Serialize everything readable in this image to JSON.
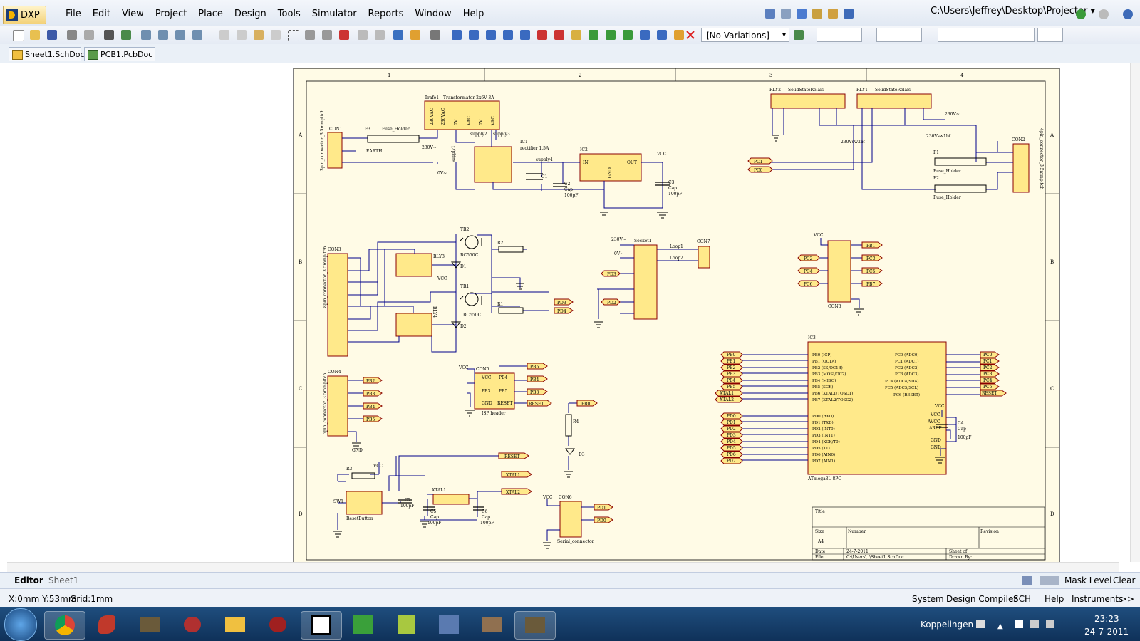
{
  "app": {
    "dxp_label": "DXP"
  },
  "menu": [
    "File",
    "Edit",
    "View",
    "Project",
    "Place",
    "Design",
    "Tools",
    "Simulator",
    "Reports",
    "Window",
    "Help"
  ],
  "path": "C:\\Users\\Jeffrey\\Desktop\\Projecter",
  "variations": "[No Variations]",
  "doc_tabs": [
    "Sheet1.SchDoc",
    "PCB1.PcbDoc *"
  ],
  "schematic": {
    "col_numbers": [
      "1",
      "2",
      "3",
      "4"
    ],
    "row_letters": [
      "A",
      "B",
      "C",
      "D"
    ],
    "labels": {
      "con1": "CON1",
      "trafo": "Trafo1",
      "transformer": "Transformator 2x6V 3A",
      "v230a": "230VAC",
      "v230b": "230VAC",
      "v0a": "0V",
      "vac1": "VAC",
      "v0b": "0V",
      "vac2": "VAC",
      "supply1": "supply1",
      "supply2": "supply2",
      "supply3": "supply3",
      "supply4": "supply4",
      "ic1": "IC1",
      "rectifier": "rectifier 1.5A",
      "ic2": "IC2",
      "in": "IN",
      "out": "OUT",
      "gnd": "GND",
      "c1": "C1",
      "c2": "C2",
      "cap": "Cap",
      "c100pf": "100pF",
      "c3": "C3",
      "vcc": "VCC",
      "f3": "F3",
      "fuse": "Fuse_Holder",
      "v230": "230V~",
      "v0": "0V~",
      "earth": "EARTH",
      "rly2": "RLY2",
      "rly1": "RLY1",
      "ssr": "SolidStateRelais",
      "v230sw2": "230Vsw2bf",
      "v230sw1": "230Vsw1bf",
      "f1": "F1",
      "f2": "F2",
      "con2": "CON2",
      "pc1": "PC1",
      "pc0": "PC0",
      "con3": "CON3",
      "rly3": "RLY3",
      "rly4": "RLY4",
      "tr2": "TR2",
      "tr1": "TR1",
      "bc550": "BC550C",
      "d1": "D1",
      "d2": "D2",
      "r2": "R2",
      "r1": "R1",
      "pd3": "PD3",
      "pd4": "PD4",
      "socket1": "Socket1",
      "con7": "CON7",
      "loop1": "Loop1",
      "loop2": "Loop2",
      "pd2": "PD2",
      "con8": "CON8",
      "pb1": "PB1",
      "pc3": "PC3",
      "pc2": "PC2",
      "pc4": "PC4",
      "pc5": "PC5",
      "pc6": "PC6",
      "pb7": "PB7",
      "con4": "CON4",
      "pb2": "PB2",
      "pb3": "PB3",
      "pb4": "PB4",
      "pb5": "PB5",
      "con5": "CON5",
      "isp": "ISP header",
      "reset": "RESET",
      "r4": "R4",
      "d3": "D3",
      "pb0": "PB0",
      "r3": "R3",
      "sw1": "SW1",
      "resetbutton": "ResetButton",
      "c7": "C7",
      "c5": "C5",
      "c6": "C6",
      "xtal1net": "XTAL1",
      "xtal2net": "XTAL2",
      "xtal1": "XTAL1",
      "con6": "CON6",
      "serial": "Serial_connector",
      "pd1": "PD1",
      "pd0": "PD0",
      "ic3": "IC3",
      "atmega": "ATmega8L-8PC",
      "avcc": "AVCC",
      "aref": "AREF",
      "c4": "C4",
      "con1side": "3pin_connector_3.5mmpitch",
      "con2side": "4pin_connector_3.5mmpitch",
      "con3side": "8pin_connector_3.5mmpitch",
      "con4side": "5pin_connector_3.5mmpitch",
      "title": "Title",
      "size": "Size",
      "a4": "A4",
      "number": "Number",
      "revision": "Revision",
      "date": "Date:",
      "date_val": "24-7-2011",
      "file": "File:",
      "file_val": "C:\\Users\\..\\Sheet1.SchDoc",
      "sheet": "Sheet of",
      "drawn": "Drawn By:"
    },
    "ic3_left": [
      "PB0 (ICP)",
      "PB1 (OC1A)",
      "PB2 (SS/OC1B)",
      "PB3 (MOSI/OC2)",
      "PB4 (MISO)",
      "PB5 (SCK)",
      "PB6 (XTAL1/TOSC1)",
      "PB7 (XTAL2/TOSC2)",
      "PD0 (RXD)",
      "PD1 (TXD)",
      "PD2 (INT0)",
      "PD3 (INT1)",
      "PD4 (XCK/T0)",
      "PD5 (T1)",
      "PD6 (AIN0)",
      "PD7 (AIN1)"
    ],
    "ic3_right": [
      "PC0 (ADC0)",
      "PC1 (ADC1)",
      "PC2 (ADC2)",
      "PC3 (ADC3)",
      "PC4 (ADC4/SDA)",
      "PC5 (ADC5/SCL)",
      "PC6 (RESET)"
    ],
    "ic3_left_ports": [
      "PB0",
      "PB1",
      "PB2",
      "PB3",
      "PB4",
      "PB5",
      "XTAL1",
      "XTAL2",
      "PD0",
      "PD1",
      "PD2",
      "PD3",
      "PD4",
      "PD5",
      "PD6",
      "PD7"
    ],
    "ic3_right_ports": [
      "PC0",
      "PC1",
      "PC2",
      "PC3",
      "PC4",
      "PC5",
      "RESET"
    ]
  },
  "editor_tabs": [
    "Editor",
    "Sheet1"
  ],
  "panel_right": [
    "Mask Level",
    "Clear"
  ],
  "status": {
    "coords": "X:0mm Y:53mm",
    "grid": "Grid:1mm"
  },
  "status_buttons": [
    "System",
    "Design Compiler",
    "SCH",
    "Help",
    "Instruments",
    ">>"
  ],
  "tray": {
    "label": "Koppelingen",
    "time": "23:23",
    "date": "24-7-2011"
  }
}
